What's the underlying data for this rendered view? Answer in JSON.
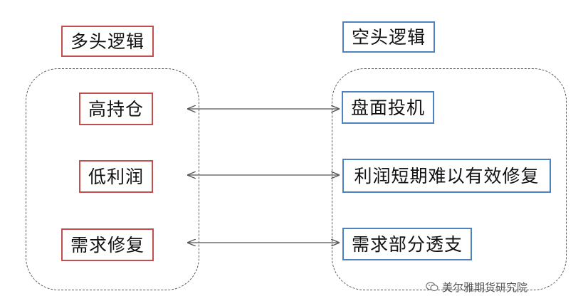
{
  "bull_logic": {
    "title": "多头逻辑",
    "items": [
      "高持仓",
      "低利润",
      "需求修复"
    ]
  },
  "bear_logic": {
    "title": "空头逻辑",
    "items": [
      "盘面投机",
      "利润短期难以有效修复",
      "需求部分透支"
    ]
  },
  "watermark": {
    "icon": "wechat-icon",
    "text": "美尔雅期货研究院"
  },
  "colors": {
    "bull_border": "#c0504d",
    "bear_border": "#4f81bd",
    "frame": "#555555",
    "arrow": "#555555"
  }
}
